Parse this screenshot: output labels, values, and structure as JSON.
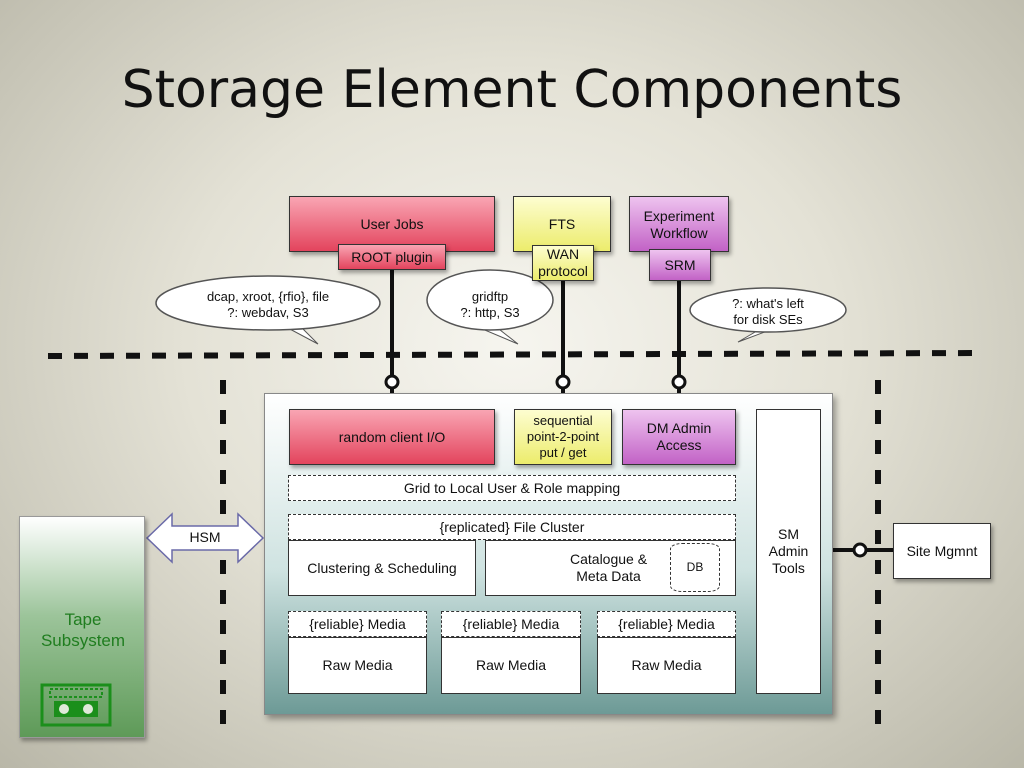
{
  "slide": {
    "title": "Storage Element Components"
  },
  "top_boxes": {
    "user_jobs": "User Jobs",
    "root_plugin": "ROOT plugin",
    "fts": "FTS",
    "wan_protocol": "WAN\nprotocol",
    "experiment_workflow": "Experiment\nWorkflow",
    "srm": "SRM"
  },
  "bubbles": {
    "user_jobs_protocols": "dcap, xroot, {rfio}, file\n?: webdav, S3",
    "fts_protocols": "gridftp\n?: http, S3",
    "srm_note": "?: what's left\nfor disk SEs"
  },
  "storage_element": {
    "random_io": "random client I/O",
    "sequential": "sequential\npoint-2-point\nput / get",
    "dm_admin": "DM Admin\nAccess",
    "grid_mapping": "Grid to Local User & Role mapping",
    "file_cluster": "{replicated} File Cluster",
    "clustering": "Clustering & Scheduling",
    "catalogue": "Catalogue &\nMeta Data",
    "db": "DB",
    "media": [
      {
        "reliable": "{reliable} Media",
        "raw": "Raw Media"
      },
      {
        "reliable": "{reliable} Media",
        "raw": "Raw Media"
      },
      {
        "reliable": "{reliable} Media",
        "raw": "Raw Media"
      }
    ],
    "sm_admin": "SM\nAdmin\nTools"
  },
  "external": {
    "hsm": "HSM",
    "tape_subsystem": "Tape\nSubsystem",
    "site_mgmnt": "Site Mgmnt"
  },
  "icons": {
    "tape_icon": "tape-cartridge-icon"
  },
  "colors": {
    "red": "#e3445d",
    "yellow": "#ecec6c",
    "purple": "#c262c6",
    "tape_green": "#1f7d1f"
  }
}
